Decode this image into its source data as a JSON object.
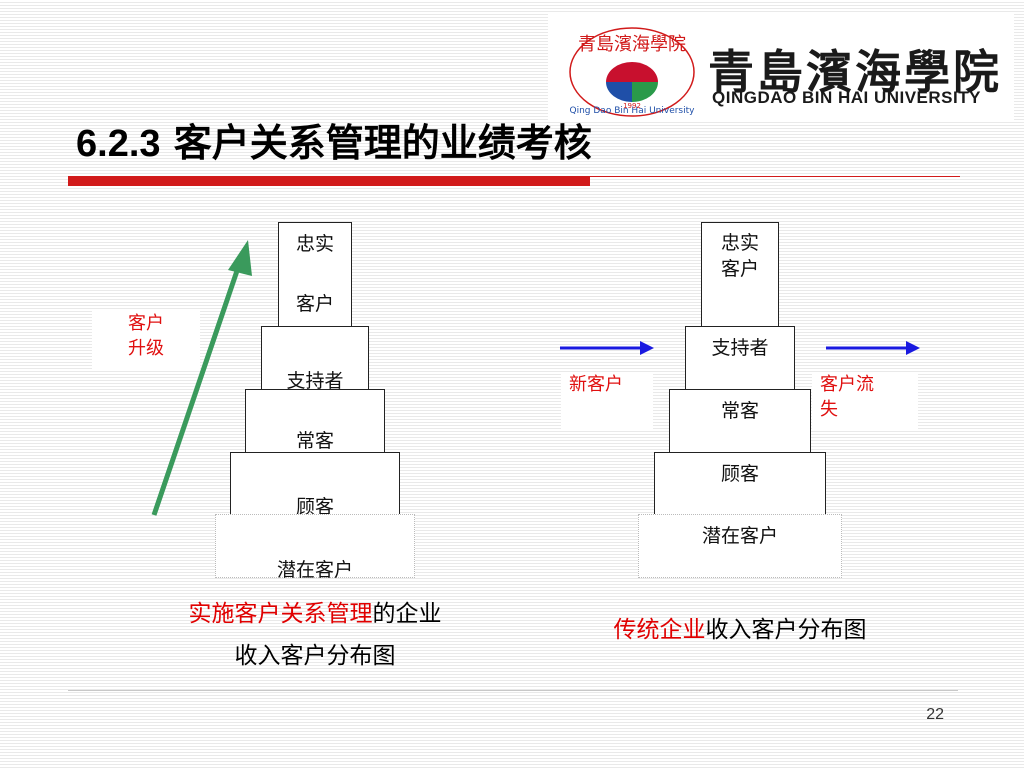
{
  "logo": {
    "seal_text": "青島濱海學院",
    "seal_arc_text": "Qing Dao Bin Hai University",
    "seal_year": "1992",
    "name_cn": "青島濱海學院",
    "name_en": "QINGDAO BIN HAI UNIVERSITY"
  },
  "slide": {
    "title_number": "6.2.3",
    "title_text": "客户关系管理的业绩考核",
    "page_number": "22"
  },
  "left_diagram": {
    "levels": [
      "忠实",
      "客户",
      "支持者",
      "常客",
      "顾客",
      "潜在客户"
    ],
    "arrow_label_line1": "客户",
    "arrow_label_line2": "升级",
    "arrow_color": "#3a9a5c",
    "caption_red": "实施客户关系管理",
    "caption_black_1": "的企业",
    "caption_black_2": "收入客户分布图"
  },
  "right_diagram": {
    "levels": [
      "忠实",
      "客户",
      "支持者",
      "常客",
      "顾客",
      "潜在客户"
    ],
    "inflow_label": "新客户",
    "outflow_label_line1": "客户流",
    "outflow_label_line2": "失",
    "arrow_color": "#1a1ae0",
    "caption_red": "传统企业",
    "caption_black": "收入客户分布图"
  },
  "colors": {
    "accent_red": "#d11a1a",
    "text_red": "#e00000"
  }
}
